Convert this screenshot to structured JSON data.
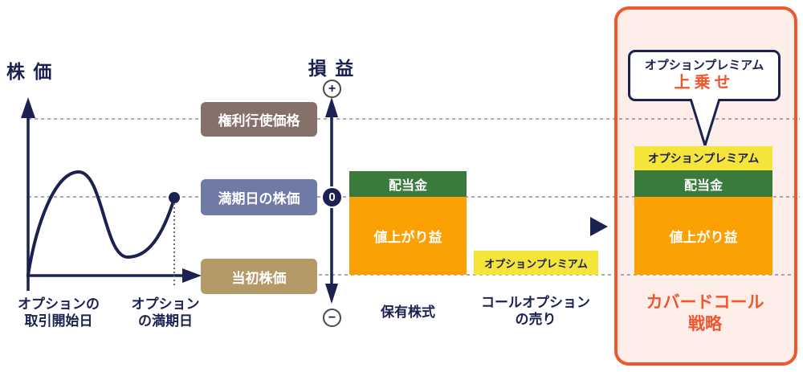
{
  "colors": {
    "navy": "#1b2150",
    "gray_dash": "#8f8f8f",
    "taupe": "#85706a",
    "slate": "#6f7aa6",
    "tan": "#b39a66",
    "green": "#3a7a3b",
    "orange": "#fca103",
    "yellow": "#f5e53a",
    "accent": "#f0572e",
    "panel_bg": "#fdeee9"
  },
  "left_chart": {
    "y_axis_label": "株 価",
    "x_label_start_line1": "オプションの",
    "x_label_start_line2": "取引開始日",
    "x_label_end_line1": "オプション",
    "x_label_end_line2": "の満期日"
  },
  "price_boxes": {
    "strike": "権利行使価格",
    "maturity": "満期日の株価",
    "initial": "当初株価"
  },
  "pl_axis": {
    "label": "損 益",
    "plus": "+",
    "zero": "0",
    "minus": "−"
  },
  "held_stock": {
    "dividend": "配当金",
    "gain": "値上がり益",
    "caption": "保有株式"
  },
  "call_option": {
    "premium": "オプションプレミアム",
    "caption_line1": "コールオプション",
    "caption_line2": "の売り"
  },
  "covered_call": {
    "callout_line1": "オプションプレミアム",
    "callout_line2": "上乗せ",
    "premium": "オプションプレミアム",
    "dividend": "配当金",
    "gain": "値上がり益",
    "caption_line1": "カバードコール",
    "caption_line2": "戦略"
  }
}
